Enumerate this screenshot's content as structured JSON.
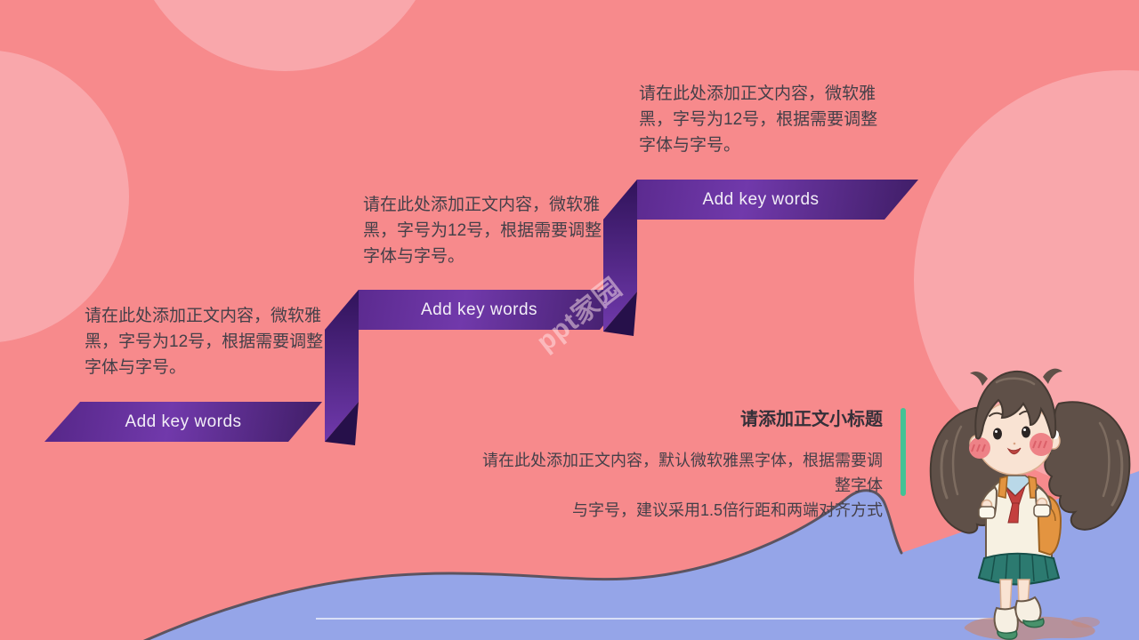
{
  "slide": {
    "background": {
      "base_color": "#F78A8C",
      "circle_color": "#F9A7AB",
      "wave_color": "#95A5E8",
      "wave_outline_color": "#5C5460"
    },
    "watermark": {
      "text": "ppt家园"
    },
    "steps": [
      {
        "label": "Add key words",
        "lines": [
          "请在此处添加正文内容，微软雅",
          "黑，字号为12号，根据需要调整",
          "字体与字号。"
        ]
      },
      {
        "label": "Add key words",
        "lines": [
          "请在此处添加正文内容，微软雅",
          "黑，字号为12号，根据需要调整",
          "字体与字号。"
        ]
      },
      {
        "label": "Add key words",
        "lines": [
          "请在此处添加正文内容，微软雅",
          "黑，字号为12号，根据需要调整",
          "字体与字号。"
        ]
      }
    ],
    "ribbon_colors": {
      "banner_purple": "#7139AB",
      "strip_dark": "#30135A",
      "fold_dark": "#26104A"
    },
    "footer": {
      "heading": "请添加正文小标题",
      "lines": [
        "请在此处添加正文内容，默认微软雅黑字体，根据需要调整字体",
        "与字号，建议采用1.5倍行距和两端对齐方式"
      ],
      "accent_color": "#43C295"
    },
    "illustration": {
      "description": "cartoon schoolgirl with pigtails, sailor uniform, red scarf, orange backpack, teal skirt"
    }
  }
}
